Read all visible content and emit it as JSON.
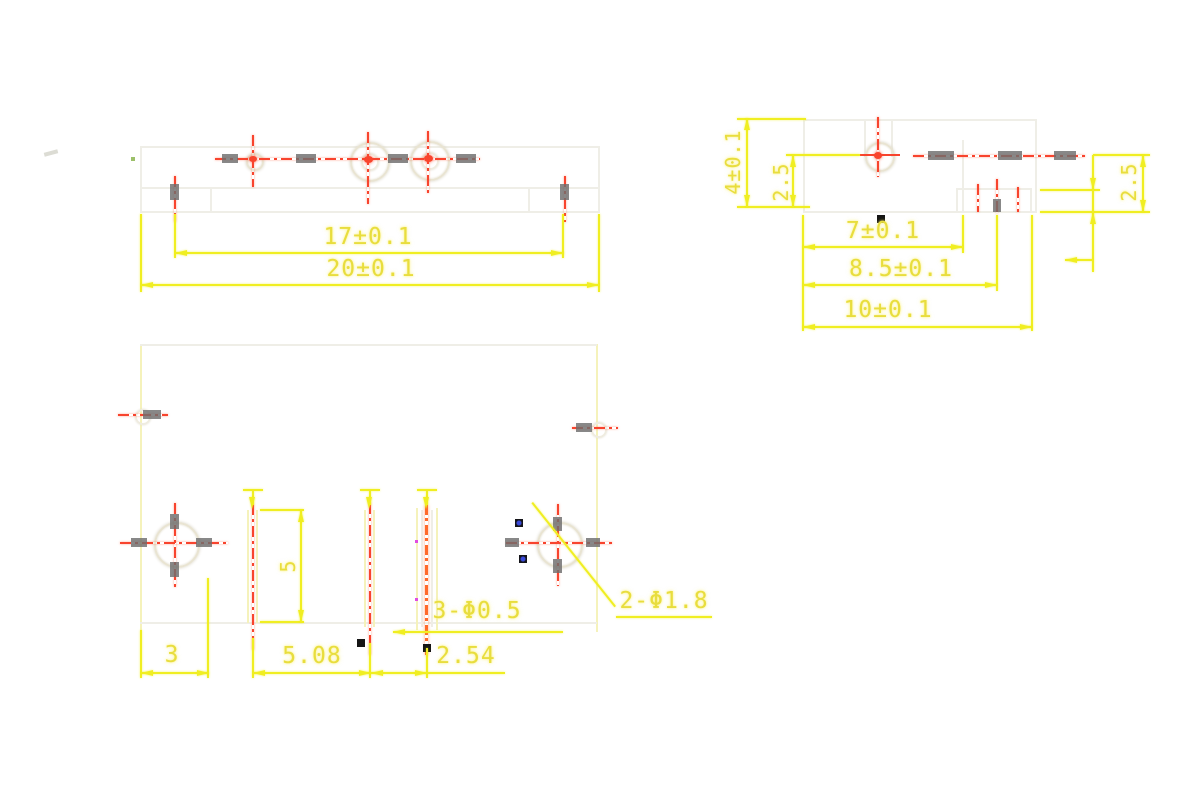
{
  "drawing": {
    "background": "#ffffff",
    "colors": {
      "dimension_yellow": "#f0ee22",
      "centerline_red": "#f8442e",
      "hidden_gray": "#6e6e6e",
      "outline_faint": "#efeee7",
      "grip_black": "#151515",
      "grip_blue": "#3b4bdc",
      "magenta_marker": "#e14ce1"
    },
    "views": {
      "front": {
        "dims": {
          "d17": "17±0.1",
          "d20": "20±0.1"
        }
      },
      "side": {
        "dims": {
          "d7": "7±0.1",
          "d85": "8.5±0.1",
          "d10": "10±0.1",
          "d4": "4±0.1",
          "d25_left": "2.5",
          "d25_right": "2.5"
        }
      },
      "plan": {
        "dims": {
          "d3": "3",
          "d508": "5.08",
          "d254": "2.54",
          "d5": "5"
        },
        "labels": {
          "holes_small": "3-Φ0.5",
          "holes_big": "2-Φ1.8"
        }
      }
    }
  }
}
